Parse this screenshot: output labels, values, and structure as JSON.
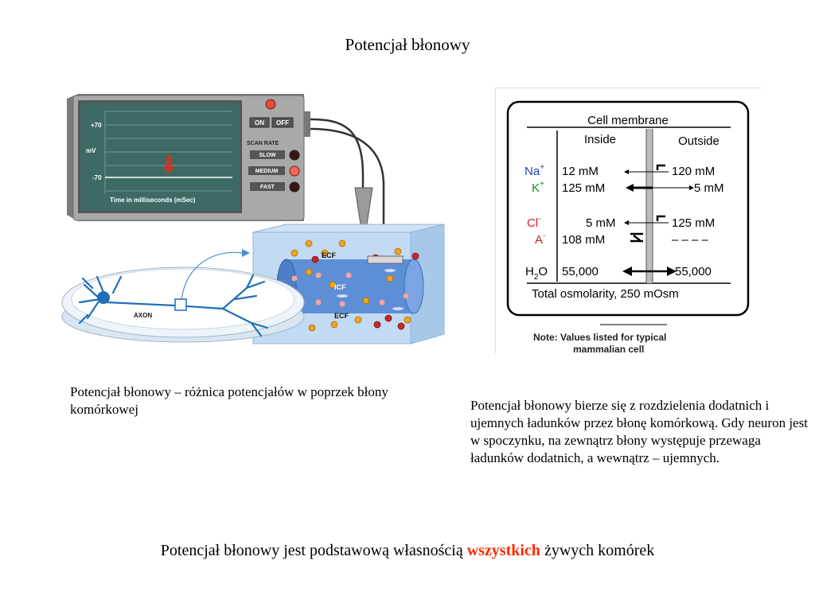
{
  "slide": {
    "title": "Potencjał błonowy",
    "caption_left": "Potencjał błonowy – różnica potencjałów w poprzek błony komórkowej",
    "caption_right": "Potencjał błonowy bierze się z rozdzielenia dodatnich i ujemnych ładunków przez błonę komórkową. Gdy neuron jest w spoczynku, na zewnątrz błony występuje przewaga ładunków dodatnich, a wewnątrz – ujemnych.",
    "bottom": {
      "before": "Potencjał błonowy jest podstawową własnością ",
      "highlight": "wszystkich",
      "after": " żywych komórek",
      "highlight_color": "#ff2a00"
    }
  },
  "oscilloscope": {
    "tick_plus": "+70",
    "unit": "mV",
    "tick_minus": "-70",
    "x_label": "Time in milliseconds (mSec)",
    "on_label": "ON",
    "off_label": "OFF",
    "scan_rate_label": "SCAN RATE",
    "slow_label": "SLOW",
    "medium_label": "MEDIUM",
    "fast_label": "FAST",
    "screen_color": "#3d6b64"
  },
  "setup": {
    "ecf_top": "ECF",
    "icf": "ICF",
    "ecf_bottom": "ECF",
    "axon_label": "AXON"
  },
  "membrane_table": {
    "title": "Cell membrane",
    "inside_header": "Inside",
    "outside_header": "Outside",
    "rows": [
      {
        "ion": "Na",
        "sign": "+",
        "ion_color": "#1f3fbf",
        "inside": "12 mM",
        "outside": "120 mM"
      },
      {
        "ion": "K",
        "sign": "+",
        "ion_color": "#1a8c1a",
        "inside": "125 mM",
        "outside": "5 mM"
      },
      {
        "ion": "Cl",
        "sign": "-",
        "ion_color": "#cc2222",
        "inside": "5 mM",
        "outside": "125 mM"
      },
      {
        "ion": "A",
        "sign": "-",
        "ion_color": "#cc2222",
        "inside": "108 mM",
        "outside": "– – – –"
      },
      {
        "ion": "H",
        "sub": "2",
        "ion_rest": "O",
        "ion_color": "#000000",
        "inside": "55,000",
        "outside": "55,000"
      }
    ],
    "total": "Total osmolarity, 250 mOsm",
    "note_line1": "Note: Values listed for typical",
    "note_line2": "mammalian cell"
  }
}
